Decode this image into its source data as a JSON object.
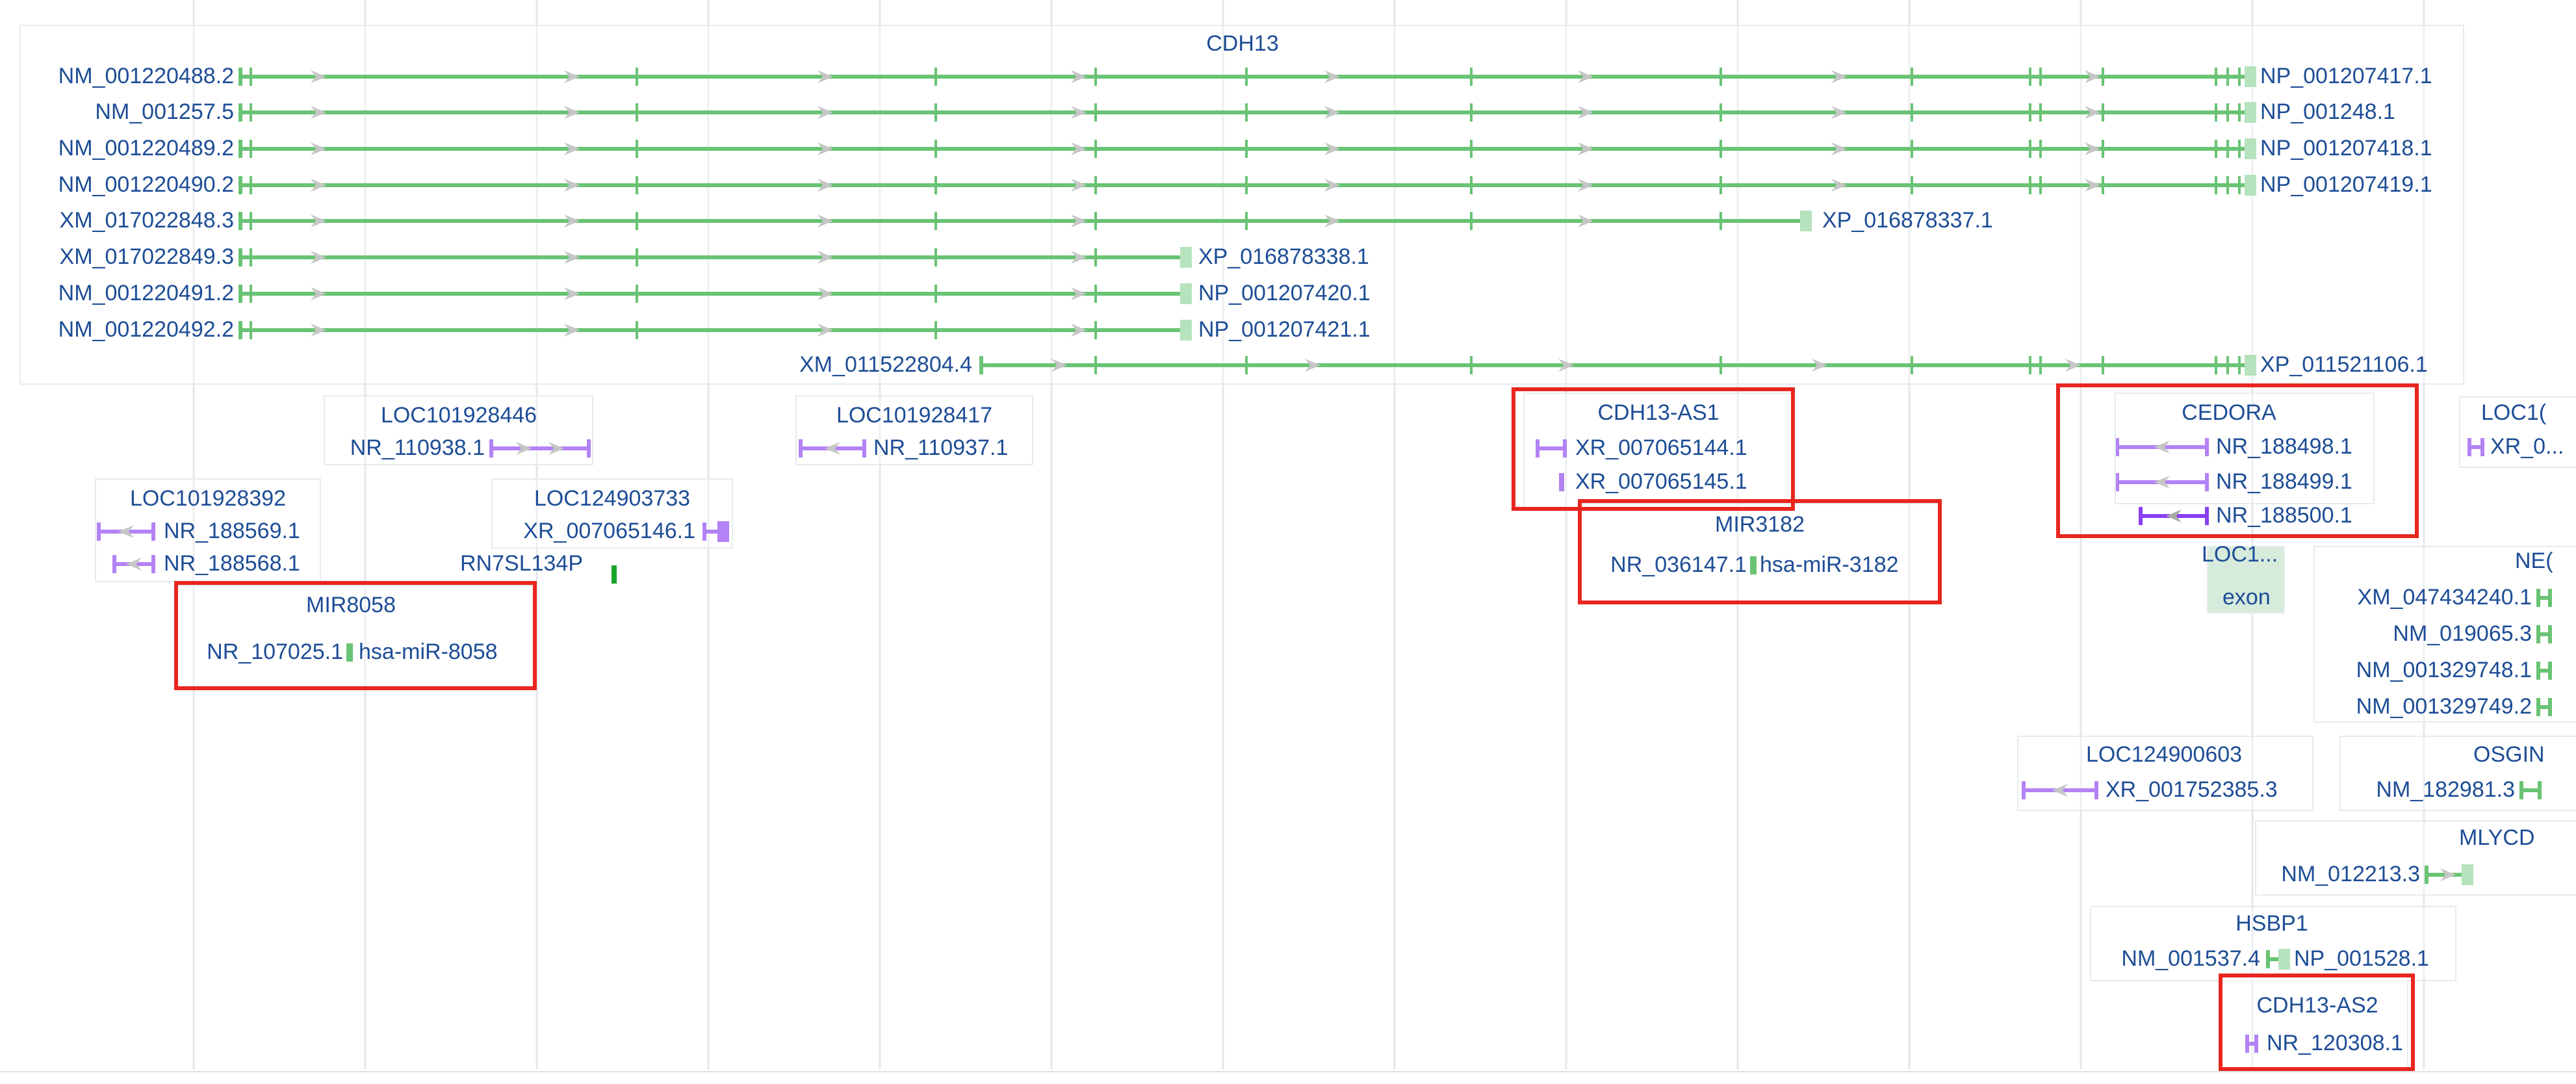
{
  "colors": {
    "coding": "#1aa32a",
    "coding_light": "#8fd49a",
    "noncoding": "#8a3ff0",
    "arrow": "#a8a8a8",
    "label": "#1d4d96",
    "highlight": "#e8261f",
    "grid": "#e4e7ea"
  },
  "genes": [
    {
      "id": "cdh13",
      "name": "CDH13",
      "strand": "+",
      "type": "coding",
      "transcripts": [
        {
          "left": "NM_001220488.2",
          "right": "NP_001207417.1"
        },
        {
          "left": "NM_001257.5",
          "right": "NP_001248.1"
        },
        {
          "left": "NM_001220489.2",
          "right": "NP_001207418.1"
        },
        {
          "left": "NM_001220490.2",
          "right": "NP_001207419.1"
        },
        {
          "left": "XM_017022848.3",
          "right": "XP_016878337.1"
        },
        {
          "left": "XM_017022849.3",
          "right": "XP_016878338.1"
        },
        {
          "left": "NM_001220491.2",
          "right": "NP_001207420.1"
        },
        {
          "left": "NM_001220492.2",
          "right": "NP_001207421.1"
        },
        {
          "left": "XM_011522804.4",
          "right": "XP_011521106.1"
        }
      ]
    },
    {
      "id": "loc101928446",
      "name": "LOC101928446",
      "strand": "+",
      "type": "noncoding",
      "transcripts": [
        {
          "left": "NR_110938.1"
        }
      ]
    },
    {
      "id": "loc101928417",
      "name": "LOC101928417",
      "strand": "-",
      "type": "noncoding",
      "transcripts": [
        {
          "right": "NR_110937.1"
        }
      ]
    },
    {
      "id": "loc101928392",
      "name": "LOC101928392",
      "strand": "-",
      "type": "noncoding",
      "transcripts": [
        {
          "right": "NR_188569.1"
        },
        {
          "right": "NR_188568.1"
        }
      ]
    },
    {
      "id": "loc124903733",
      "name": "LOC124903733",
      "strand": "+",
      "type": "noncoding",
      "transcripts": [
        {
          "left": "XR_007065146.1"
        }
      ]
    },
    {
      "id": "rn7sl134p",
      "name": "RN7SL134P",
      "strand": "+",
      "type": "coding",
      "transcripts": []
    },
    {
      "id": "mir8058",
      "name": "MIR8058",
      "strand": "+",
      "type": "coding",
      "transcripts": [
        {
          "left": "NR_107025.1",
          "right": "hsa-miR-8058"
        }
      ]
    },
    {
      "id": "cdh13-as1",
      "name": "CDH13-AS1",
      "strand": "-",
      "type": "noncoding",
      "transcripts": [
        {
          "right": "XR_007065144.1"
        },
        {
          "right": "XR_007065145.1"
        }
      ]
    },
    {
      "id": "mir3182",
      "name": "MIR3182",
      "strand": "+",
      "type": "coding",
      "transcripts": [
        {
          "left": "NR_036147.1",
          "right": "hsa-miR-3182"
        }
      ]
    },
    {
      "id": "cedora",
      "name": "CEDORA",
      "strand": "-",
      "type": "noncoding",
      "transcripts": [
        {
          "right": "NR_188498.1"
        },
        {
          "right": "NR_188499.1"
        },
        {
          "right": "NR_188500.1"
        }
      ]
    },
    {
      "id": "loc1-trunc",
      "name": "LOC1...",
      "strand": "+",
      "type": "coding",
      "transcripts": [
        {
          "right": "exon"
        }
      ]
    },
    {
      "id": "loc1c-edge",
      "name": "LOC1(",
      "strand": "-",
      "type": "noncoding",
      "transcripts": [
        {
          "right": "XR_0..."
        }
      ]
    },
    {
      "id": "ne-edge",
      "name": "NE(",
      "strand": "+",
      "type": "coding",
      "transcripts": [
        {
          "left": "XM_047434240.1"
        },
        {
          "left": "NM_019065.3"
        },
        {
          "left": "NM_001329748.1"
        },
        {
          "left": "NM_001329749.2"
        }
      ]
    },
    {
      "id": "loc124900603",
      "name": "LOC124900603",
      "strand": "-",
      "type": "noncoding",
      "transcripts": [
        {
          "right": "XR_001752385.3"
        }
      ]
    },
    {
      "id": "osgin-edge",
      "name": "OSGIN",
      "strand": "+",
      "type": "coding",
      "transcripts": [
        {
          "left": "NM_182981.3"
        }
      ]
    },
    {
      "id": "mlycd",
      "name": "MLYCD",
      "strand": "+",
      "type": "coding",
      "transcripts": [
        {
          "left": "NM_012213.3"
        }
      ]
    },
    {
      "id": "hsbp1",
      "name": "HSBP1",
      "strand": "+",
      "type": "coding",
      "transcripts": [
        {
          "left": "NM_001537.4",
          "right": "NP_001528.1"
        }
      ]
    },
    {
      "id": "cdh13-as2",
      "name": "CDH13-AS2",
      "strand": "-",
      "type": "noncoding",
      "transcripts": [
        {
          "right": "NR_120308.1"
        }
      ]
    }
  ],
  "highlighted": [
    "mir8058",
    "cdh13-as1",
    "mir3182",
    "cedora",
    "cdh13-as2"
  ]
}
